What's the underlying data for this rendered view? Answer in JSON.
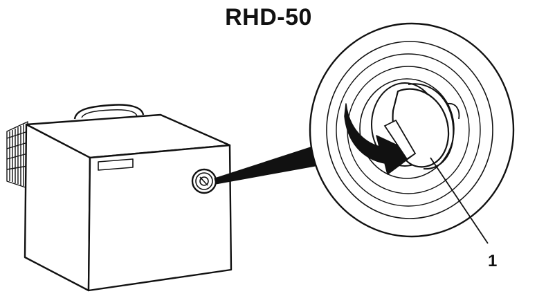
{
  "diagram": {
    "title": "RHD-50",
    "callouts": [
      {
        "label": "1",
        "target": "dial-knob"
      }
    ],
    "colors": {
      "line": "#111111",
      "fill": "#ffffff",
      "arrow": "#111111"
    }
  }
}
